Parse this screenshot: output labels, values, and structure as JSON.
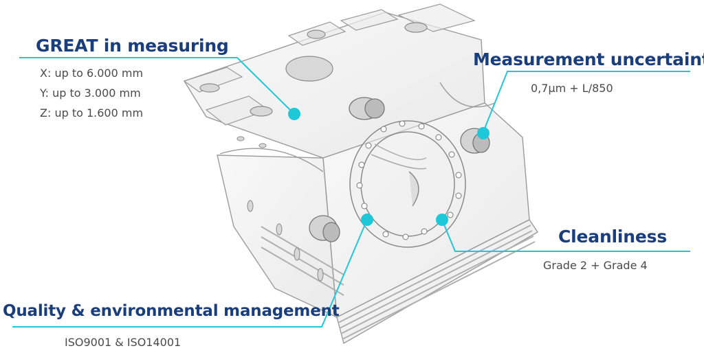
{
  "callouts": {
    "measuring": {
      "title": "GREAT in measuring",
      "lines": [
        "X: up to 6.000 mm",
        "Y: up to 3.000 mm",
        "Z: up to 1.600 mm"
      ]
    },
    "uncertainty": {
      "title": "Measurement uncertainty",
      "value": "0,7μm + L/850"
    },
    "cleanliness": {
      "title": "Cleanliness",
      "value": "Grade 2 + Grade 4"
    },
    "quality": {
      "title": "Quality & environmental management",
      "value": "ISO9001 & ISO14001"
    }
  },
  "colors": {
    "title": "#1a3d7c",
    "accent": "#1ec8d8",
    "text": "#4a4a4a"
  }
}
